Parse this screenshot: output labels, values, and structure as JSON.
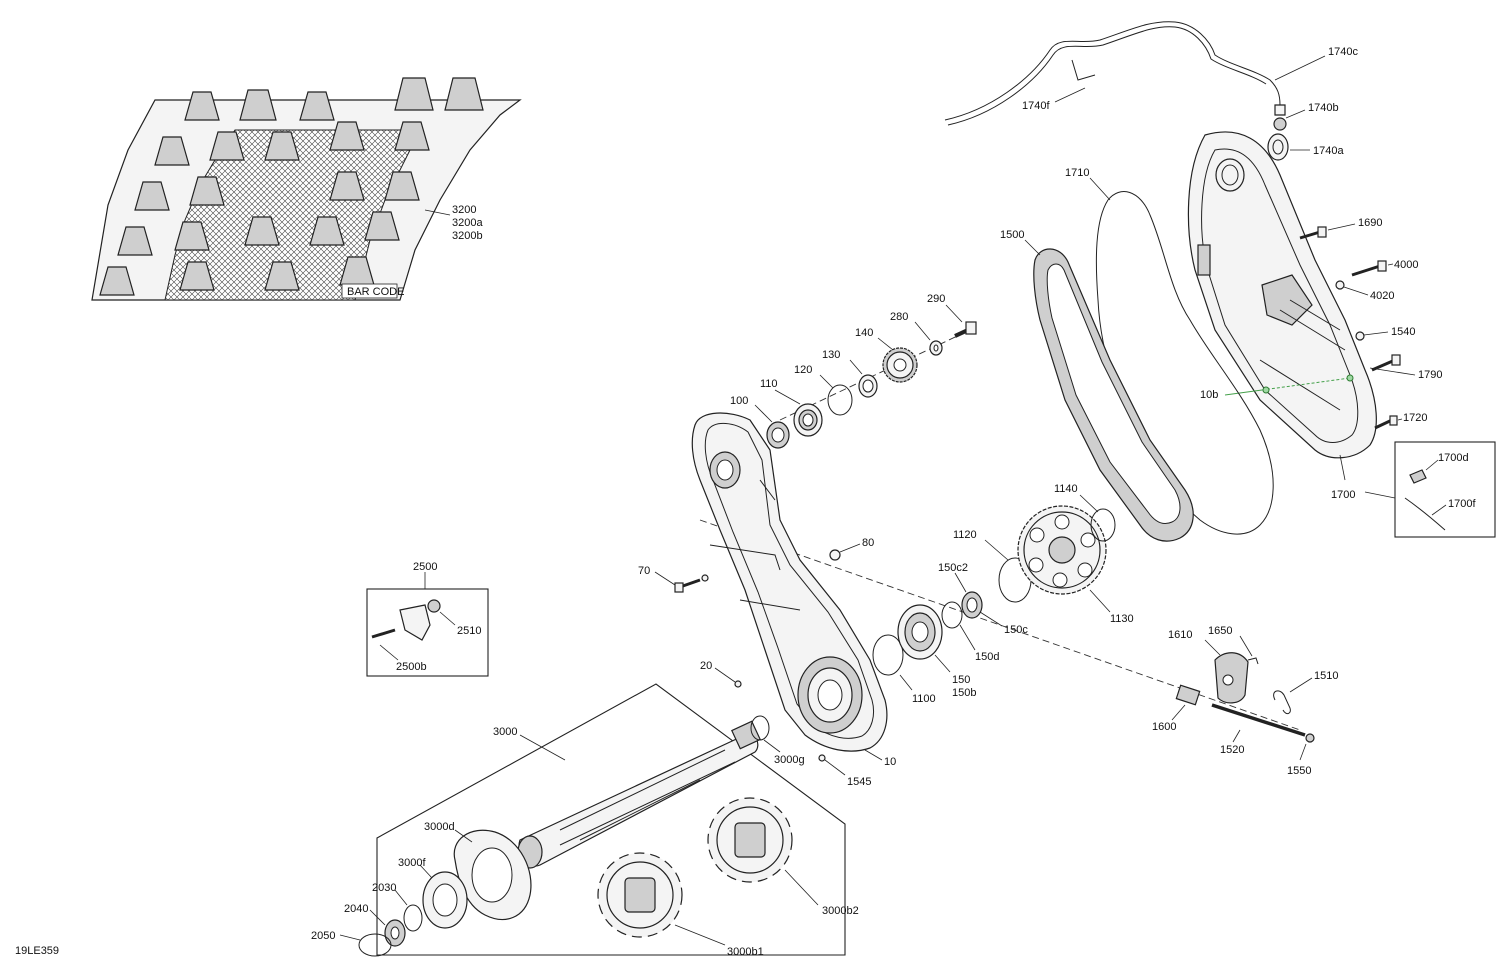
{
  "diagram_id": "19LE359",
  "callouts": {
    "c3200": "3200",
    "c3200a": "3200a",
    "c3200b": "3200b",
    "c1740c": "1740c",
    "c1740b": "1740b",
    "c1740a": "1740a",
    "c1740f": "1740f",
    "c1710": "1710",
    "c1500": "1500",
    "c1690": "1690",
    "c4000": "4000",
    "c4020": "4020",
    "c1540": "1540",
    "c1790": "1790",
    "c10b": "10b",
    "c1720": "1720",
    "c1700d": "1700d",
    "c1700f": "1700f",
    "c1700": "1700",
    "c290": "290",
    "c280": "280",
    "c140": "140",
    "c130": "130",
    "c120": "120",
    "c110": "110",
    "c100": "100",
    "c80": "80",
    "c70": "70",
    "c1140": "1140",
    "c1120": "1120",
    "c150c2": "150c2",
    "c150c": "150c",
    "c150d": "150d",
    "c150": "150",
    "c150b": "150b",
    "c1100": "1100",
    "c1130": "1130",
    "c2500": "2500",
    "c2510": "2510",
    "c2500b": "2500b",
    "c20": "20",
    "c3000": "3000",
    "c3000g": "3000g",
    "c1545": "1545",
    "c10": "10",
    "c1610": "1610",
    "c1650": "1650",
    "c1510": "1510",
    "c1600": "1600",
    "c1520": "1520",
    "c1550": "1550",
    "c3000d": "3000d",
    "c3000f": "3000f",
    "c2030": "2030",
    "c2040": "2040",
    "c2050": "2050",
    "c3000b2": "3000b2",
    "c3000b1": "3000b1"
  },
  "track_labels": {
    "barcode": "BAR CODE"
  }
}
